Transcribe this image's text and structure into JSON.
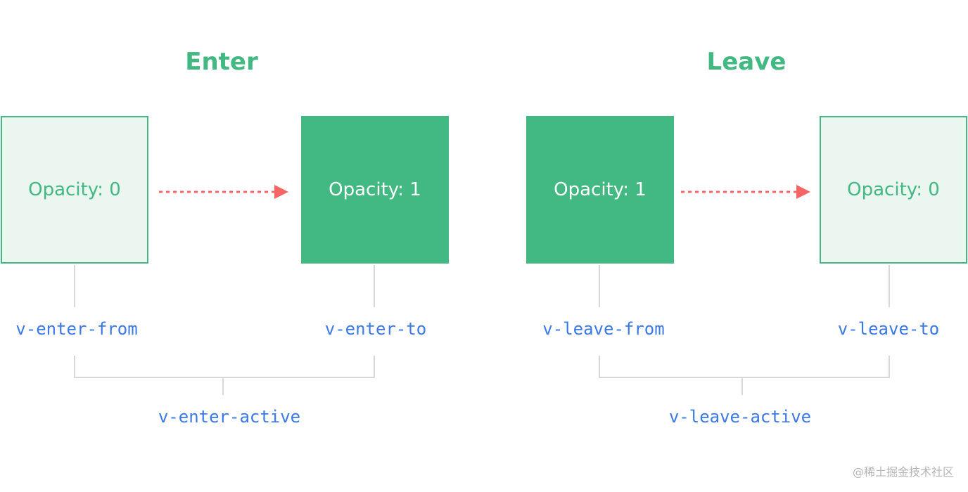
{
  "enter": {
    "title": "Enter",
    "from_box": "Opacity: 0",
    "to_box": "Opacity: 1",
    "from_class": "v-enter-from",
    "to_class": "v-enter-to",
    "active_class": "v-enter-active"
  },
  "leave": {
    "title": "Leave",
    "from_box": "Opacity: 1",
    "to_box": "Opacity: 0",
    "from_class": "v-leave-from",
    "to_class": "v-leave-to",
    "active_class": "v-leave-active"
  },
  "watermark": "@稀土掘金技术社区",
  "colors": {
    "green": "#42b883",
    "light_green": "#eaf6ef",
    "arrow_red": "#f56565",
    "class_blue": "#3b78e7",
    "connector_gray": "#d8d8d8"
  }
}
